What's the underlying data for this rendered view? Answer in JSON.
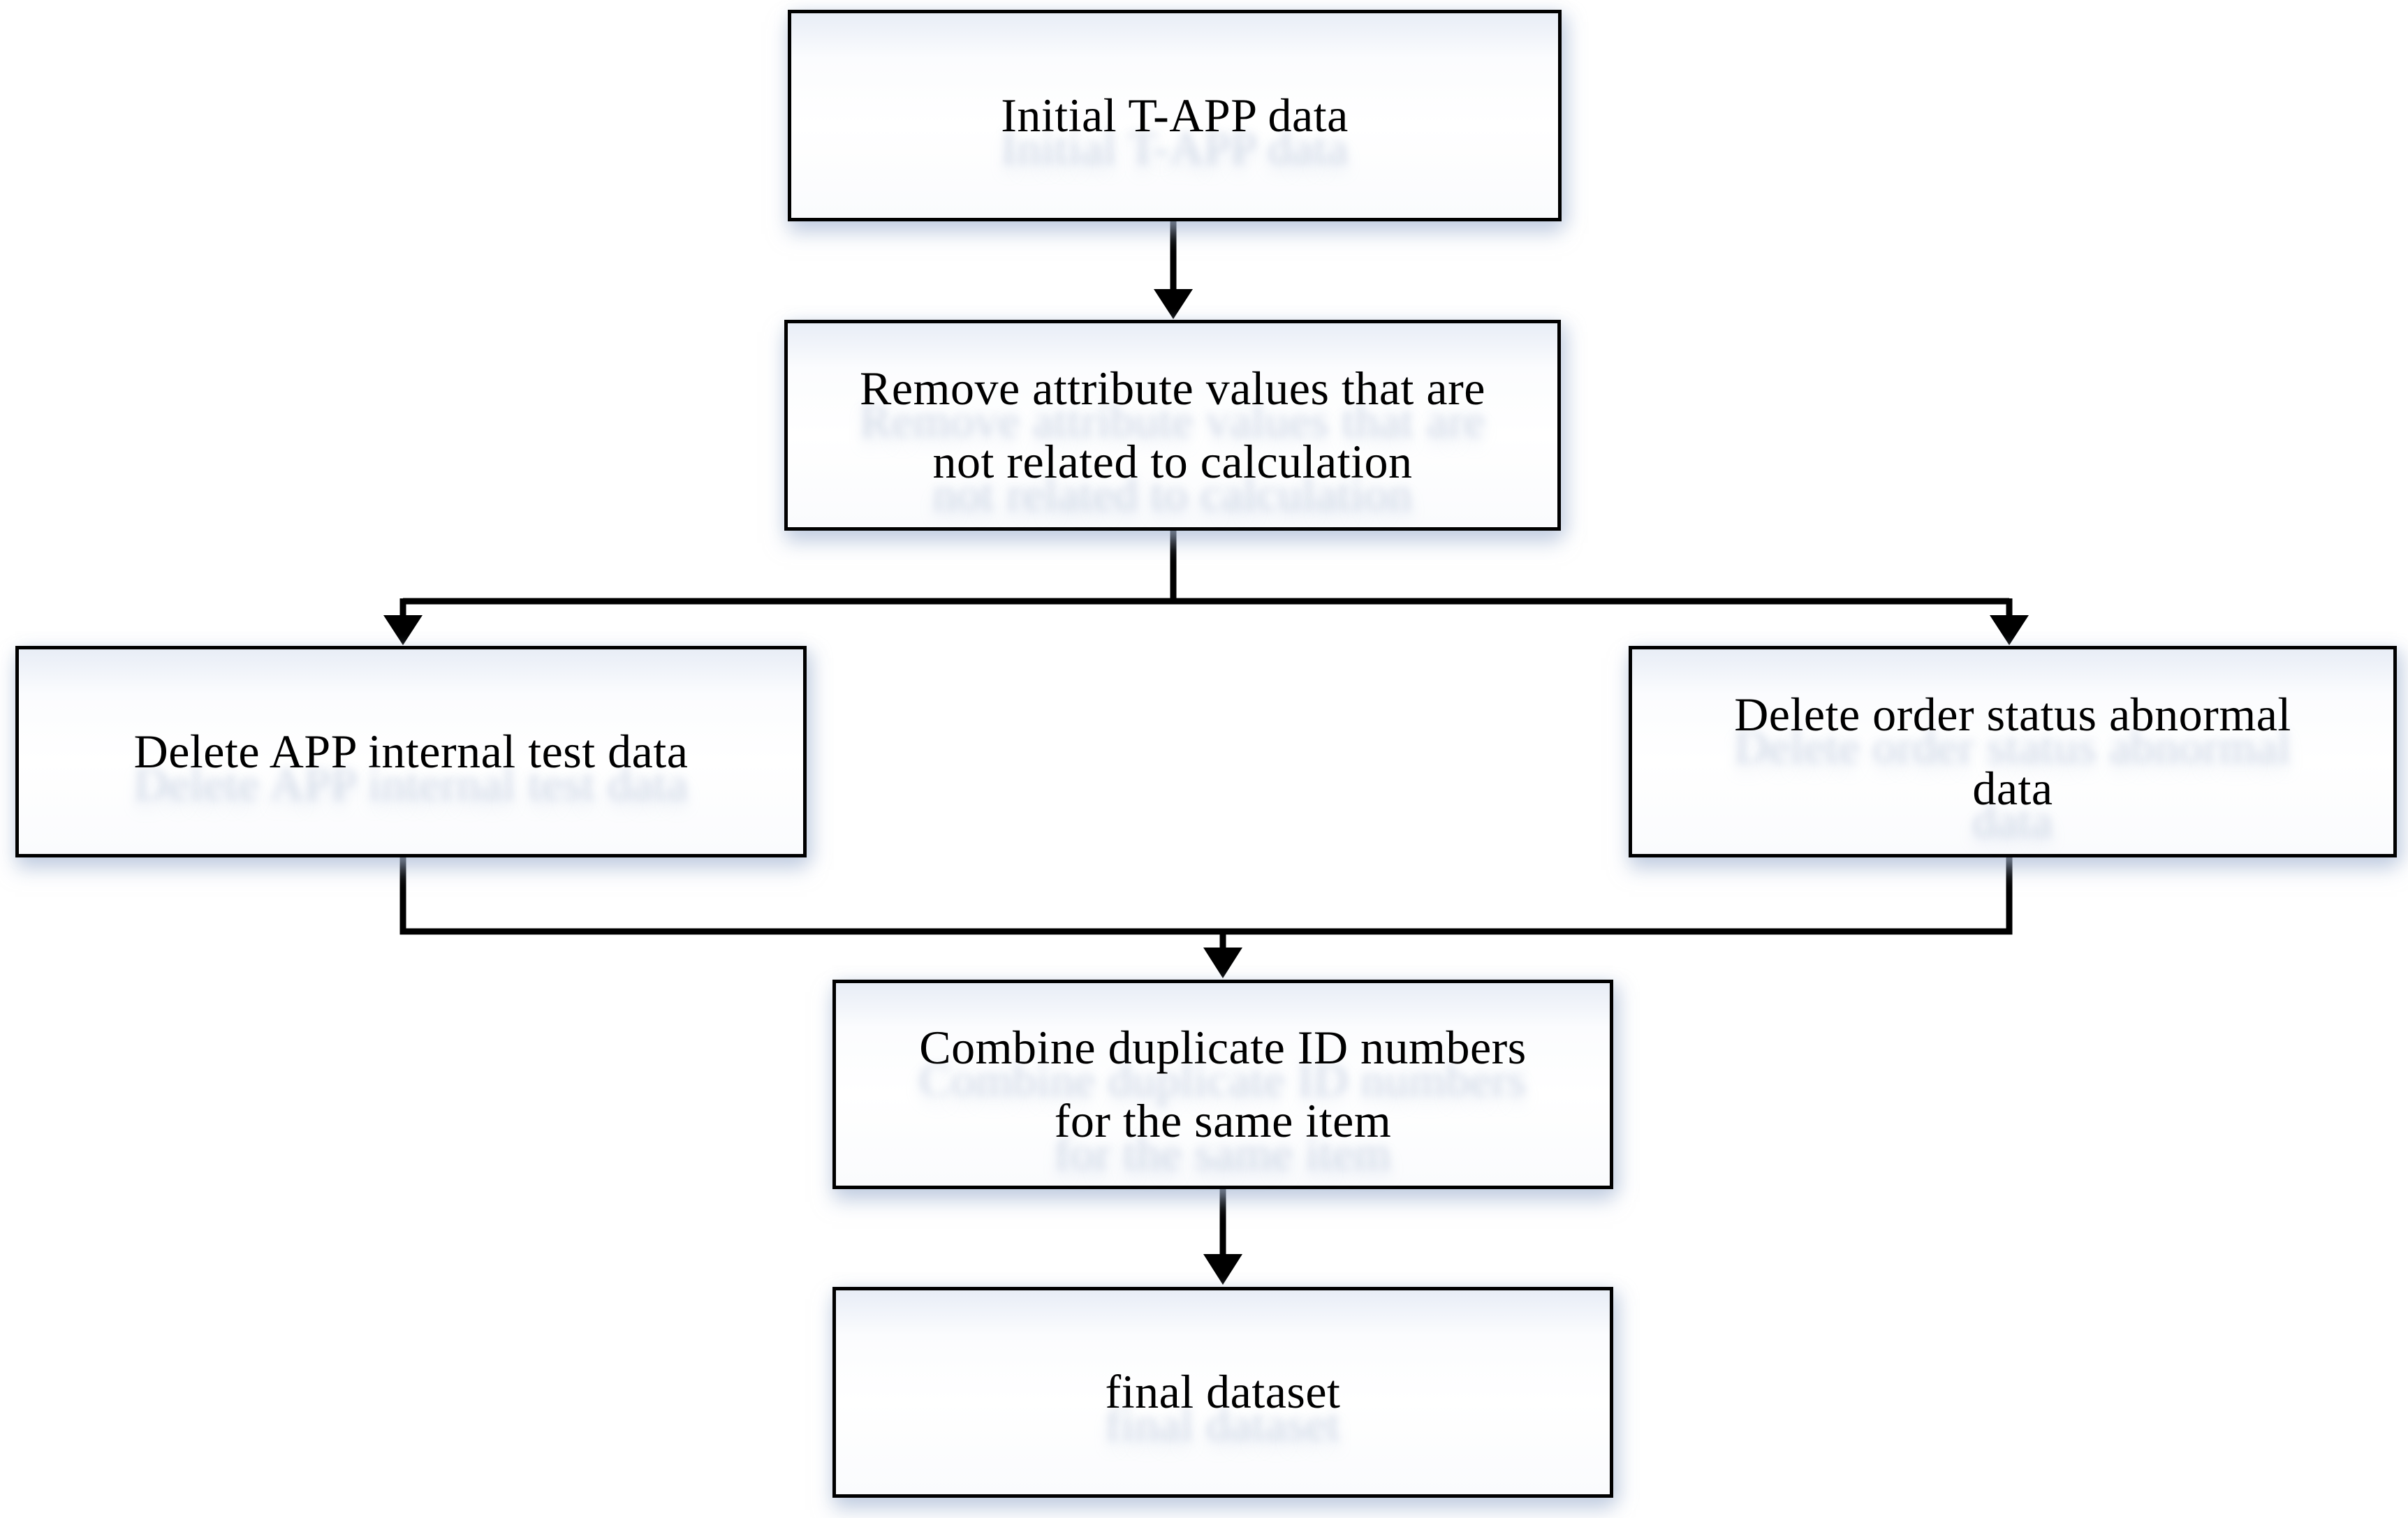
{
  "diagram": {
    "type": "flowchart",
    "nodes": [
      {
        "id": "initial",
        "label": "Initial T-APP data"
      },
      {
        "id": "remove-attributes",
        "label": "Remove attribute values that are\nnot related to calculation"
      },
      {
        "id": "delete-app-test",
        "label": "Delete APP internal test data"
      },
      {
        "id": "delete-order-abnormal",
        "label": "Delete order status abnormal\ndata"
      },
      {
        "id": "combine-duplicates",
        "label": "Combine duplicate ID numbers\nfor the same item"
      },
      {
        "id": "final-dataset",
        "label": "final dataset"
      }
    ],
    "edges": [
      {
        "from": "initial",
        "to": "remove-attributes"
      },
      {
        "from": "remove-attributes",
        "to": "delete-app-test"
      },
      {
        "from": "remove-attributes",
        "to": "delete-order-abnormal"
      },
      {
        "from": "delete-app-test",
        "to": "combine-duplicates"
      },
      {
        "from": "delete-order-abnormal",
        "to": "combine-duplicates"
      },
      {
        "from": "combine-duplicates",
        "to": "final-dataset"
      }
    ],
    "colors": {
      "line": "#000000",
      "node_border": "#000000",
      "node_fill": "#ffffff",
      "node_fill_top_tint": "#e8edf6",
      "shadow": "#aabbd6",
      "text": "#000000",
      "background": "#ffffff"
    }
  }
}
